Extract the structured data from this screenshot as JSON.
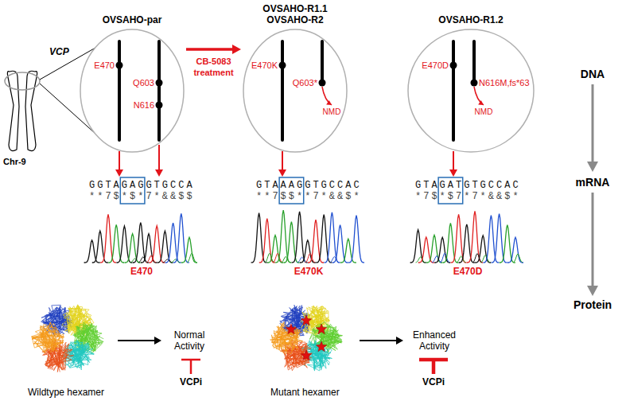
{
  "diagram": {
    "nodes": [
      {
        "text": [
          "OVSAHO-par",
          "E470",
          "Q603",
          "N616"
        ]
      },
      {
        "text": [
          "OVSAHO-R1.1 OVSAHO-R2",
          "E470K",
          "Q603*"
        ]
      },
      {
        "text": [
          "OVSAHO-R1.2",
          "E470D",
          "N616M,fs*63"
        ]
      }
    ],
    "edges": [
      {
        "from": 0,
        "to": 1,
        "label": "CB-5083 treatment",
        "arrow": "to"
      }
    ],
    "labels": [
      "Chr-9",
      "VCP",
      "NMD",
      "NMD",
      "GGTAGAGGTGCCA",
      "**7$*$*7*&&$$",
      "E470",
      "GTAAAGGTGCCAC",
      "**7$$**7*&&$*",
      "E470K",
      "GTAGATGTGCCAC",
      "*7$*$7*7*&&$*",
      "E470D",
      "DNA",
      "mRNA",
      "Protein",
      "Wildtype hexamer",
      "Normal Activity",
      "VCPi",
      "Mutant hexamer",
      "Enhanced Activity",
      "VCPi"
    ]
  }
}
